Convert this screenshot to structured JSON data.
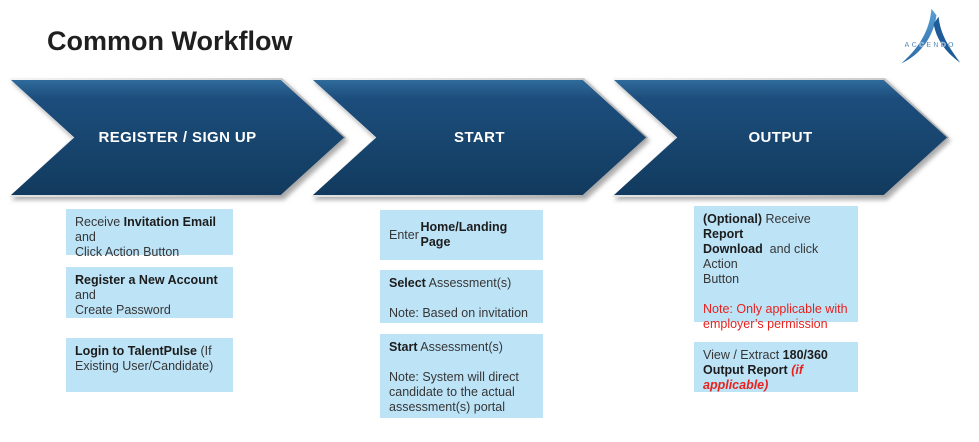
{
  "page": {
    "title": "Common Workflow"
  },
  "logo": {
    "wordmark": "ACCENDO"
  },
  "colors": {
    "arrow_navy": "#17456E",
    "arrow_bevel_light": "#2F6B9C",
    "step_box_bg": "#BDE3F7",
    "note_red": "#E8211D",
    "title_text": "#1F1F1F",
    "logo_blue_light": "#4E97CE",
    "logo_blue_dark": "#1D5C99"
  },
  "workflow": {
    "stages": [
      {
        "label": "REGISTER / SIGN UP",
        "steps": [
          {
            "segments": [
              {
                "t": "Receive "
              },
              {
                "t": "Invitation Email",
                "b": true
              },
              {
                "t": " and\nClick Action Button"
              }
            ]
          },
          {
            "segments": [
              {
                "t": "Register a New Account",
                "b": true
              },
              {
                "t": " and\nCreate Password"
              }
            ]
          },
          {
            "segments": [
              {
                "t": "Login to TalentPulse",
                "b": true
              },
              {
                "t": " (If\nExisting User/Candidate)"
              }
            ]
          }
        ]
      },
      {
        "label": "START",
        "steps": [
          {
            "segments": [
              {
                "t": "Enter "
              },
              {
                "t": "Home/Landing Page",
                "b": true
              }
            ]
          },
          {
            "segments": [
              {
                "t": "Select",
                "b": true
              },
              {
                "t": " Assessment(s)\n\nNote: Based on invitation"
              }
            ]
          },
          {
            "segments": [
              {
                "t": "Start",
                "b": true
              },
              {
                "t": " Assessment(s)\n\nNote: System will direct\ncandidate to the actual\nassessment(s) portal"
              }
            ]
          }
        ]
      },
      {
        "label": "OUTPUT",
        "steps": [
          {
            "segments": [
              {
                "t": "(Optional)",
                "b": true
              },
              {
                "t": " Receive "
              },
              {
                "t": "Report\nDownload",
                "b": true
              },
              {
                "t": "  and click Action\nButton\n\n"
              },
              {
                "t": "Note: Only applicable with\nemployer’s permission",
                "red": true
              }
            ]
          },
          {
            "segments": [
              {
                "t": "View / Extract "
              },
              {
                "t": "180/360\nOutput Report",
                "b": true
              },
              {
                "t": " "
              },
              {
                "t": "(if applicable)",
                "b": true,
                "red": true,
                "i": true
              }
            ]
          }
        ]
      }
    ]
  }
}
